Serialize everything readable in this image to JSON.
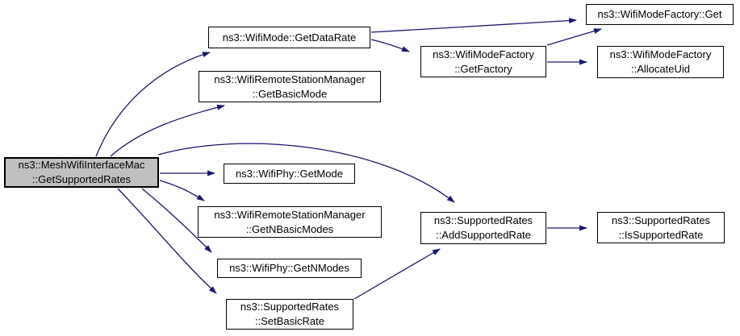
{
  "diagram": {
    "type": "call-graph",
    "tool_style": "doxygen-graphviz"
  },
  "colors": {
    "edge": "#191970",
    "node_border": "#000000",
    "node_fill": "#ffffff",
    "highlight_fill": "#c0c0c0",
    "text": "#000000",
    "background": "#ffffff"
  },
  "nodes": {
    "mesh_get_supported_rates": {
      "label": "ns3::MeshWifiInterfaceMac\n::GetSupportedRates",
      "highlighted": true
    },
    "wifimode_get_data_rate": {
      "label": "ns3::WifiMode::GetDataRate",
      "highlighted": false
    },
    "wrsm_get_basic_mode": {
      "label": "ns3::WifiRemoteStationManager\n::GetBasicMode",
      "highlighted": false
    },
    "wifiphy_get_mode": {
      "label": "ns3::WifiPhy::GetMode",
      "highlighted": false
    },
    "wrsm_get_n_basic_modes": {
      "label": "ns3::WifiRemoteStationManager\n::GetNBasicModes",
      "highlighted": false
    },
    "wifiphy_get_n_modes": {
      "label": "ns3::WifiPhy::GetNModes",
      "highlighted": false
    },
    "sr_set_basic_rate": {
      "label": "ns3::SupportedRates\n::SetBasicRate",
      "highlighted": false
    },
    "wmf_get_factory": {
      "label": "ns3::WifiModeFactory\n::GetFactory",
      "highlighted": false
    },
    "wmf_get": {
      "label": "ns3::WifiModeFactory::Get",
      "highlighted": false
    },
    "wmf_allocate_uid": {
      "label": "ns3::WifiModeFactory\n::AllocateUid",
      "highlighted": false
    },
    "sr_add_supported_rate": {
      "label": "ns3::SupportedRates\n::AddSupportedRate",
      "highlighted": false
    },
    "sr_is_supported_rate": {
      "label": "ns3::SupportedRates\n::IsSupportedRate",
      "highlighted": false
    }
  },
  "edges": [
    {
      "from": "mesh_get_supported_rates",
      "to": "wifimode_get_data_rate"
    },
    {
      "from": "mesh_get_supported_rates",
      "to": "wrsm_get_basic_mode"
    },
    {
      "from": "mesh_get_supported_rates",
      "to": "wifiphy_get_mode"
    },
    {
      "from": "mesh_get_supported_rates",
      "to": "wrsm_get_n_basic_modes"
    },
    {
      "from": "mesh_get_supported_rates",
      "to": "wifiphy_get_n_modes"
    },
    {
      "from": "mesh_get_supported_rates",
      "to": "sr_set_basic_rate"
    },
    {
      "from": "mesh_get_supported_rates",
      "to": "sr_add_supported_rate"
    },
    {
      "from": "wifimode_get_data_rate",
      "to": "wmf_get"
    },
    {
      "from": "wifimode_get_data_rate",
      "to": "wmf_get_factory"
    },
    {
      "from": "wmf_get_factory",
      "to": "wmf_get"
    },
    {
      "from": "wmf_get_factory",
      "to": "wmf_allocate_uid"
    },
    {
      "from": "sr_set_basic_rate",
      "to": "sr_add_supported_rate"
    },
    {
      "from": "sr_add_supported_rate",
      "to": "sr_is_supported_rate"
    }
  ]
}
